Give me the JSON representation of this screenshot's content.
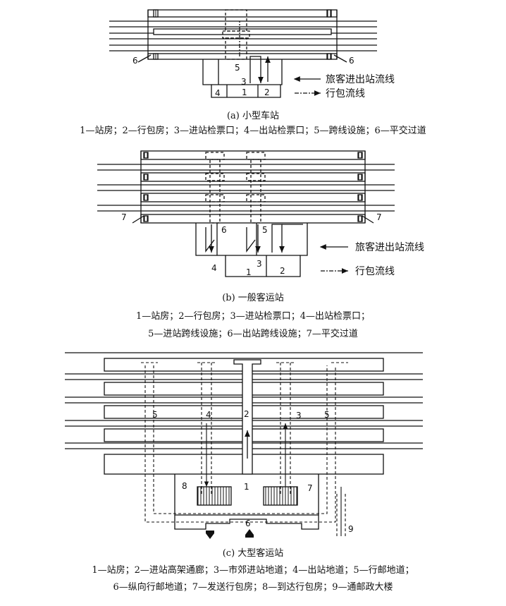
{
  "diagram_a": {
    "caption": "(a) 小型车站",
    "legend": "1—站房；2—行包房；3—进站检票口；4—出站检票口；5—跨线设施；6—平交过道",
    "flow_passenger": "旅客进出站流线",
    "flow_baggage": "行包流线",
    "labels": {
      "n1": "1",
      "n2": "2",
      "n3": "3",
      "n4": "4",
      "n5": "5",
      "n6": "6"
    }
  },
  "diagram_b": {
    "caption": "(b) 一般客运站",
    "legend_line1": "1—站房；2—行包房；3—进站检票口；4—出站检票口；",
    "legend_line2": "5—进站跨线设施；6—出站跨线设施；7—平交过道",
    "flow_passenger": "旅客进出站流线",
    "flow_baggage": "行包流线",
    "labels": {
      "n1": "1",
      "n2": "2",
      "n3": "3",
      "n4": "4",
      "n5": "5",
      "n6": "6",
      "n7": "7"
    }
  },
  "diagram_c": {
    "caption": "(c) 大型客运站",
    "legend_line1": "1—站房；2—进站高架通廊；3—市郊进站地道；4—出站地道；5—行邮地道；",
    "legend_line2": "6—纵向行邮地道；7—发送行包房；8—到达行包房；9—通邮政大楼",
    "labels": {
      "n1": "1",
      "n2": "2",
      "n3": "3",
      "n4": "4",
      "n5": "5",
      "n6": "6",
      "n7": "7",
      "n8": "8",
      "n9": "9"
    }
  }
}
